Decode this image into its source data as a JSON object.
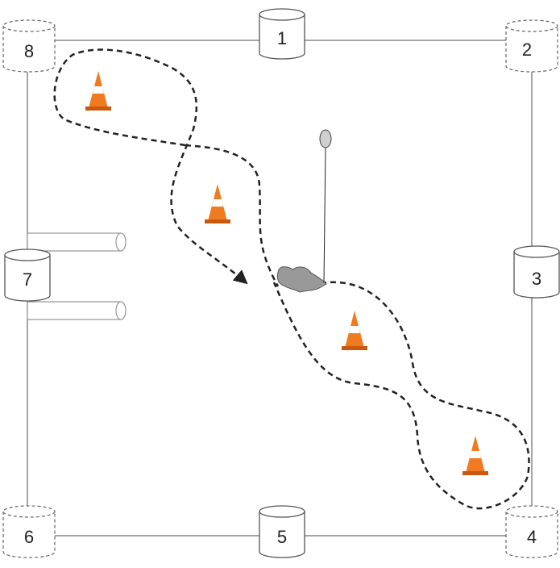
{
  "diagram": {
    "posts": [
      {
        "id": "post-1",
        "label": "1",
        "style": "solid"
      },
      {
        "id": "post-2",
        "label": "2",
        "style": "dashed"
      },
      {
        "id": "post-3",
        "label": "3",
        "style": "solid"
      },
      {
        "id": "post-4",
        "label": "4",
        "style": "dashed"
      },
      {
        "id": "post-5",
        "label": "5",
        "style": "solid"
      },
      {
        "id": "post-6",
        "label": "6",
        "style": "dashed"
      },
      {
        "id": "post-7",
        "label": "7",
        "style": "solid"
      },
      {
        "id": "post-8",
        "label": "8",
        "style": "dashed"
      }
    ],
    "cone_count": 4,
    "colors": {
      "cone": "#f07a1f",
      "cone_stripe": "#ffffff",
      "cone_base": "#c85a10",
      "rope": "#888888",
      "path": "#222222",
      "horse": "#999999"
    }
  }
}
